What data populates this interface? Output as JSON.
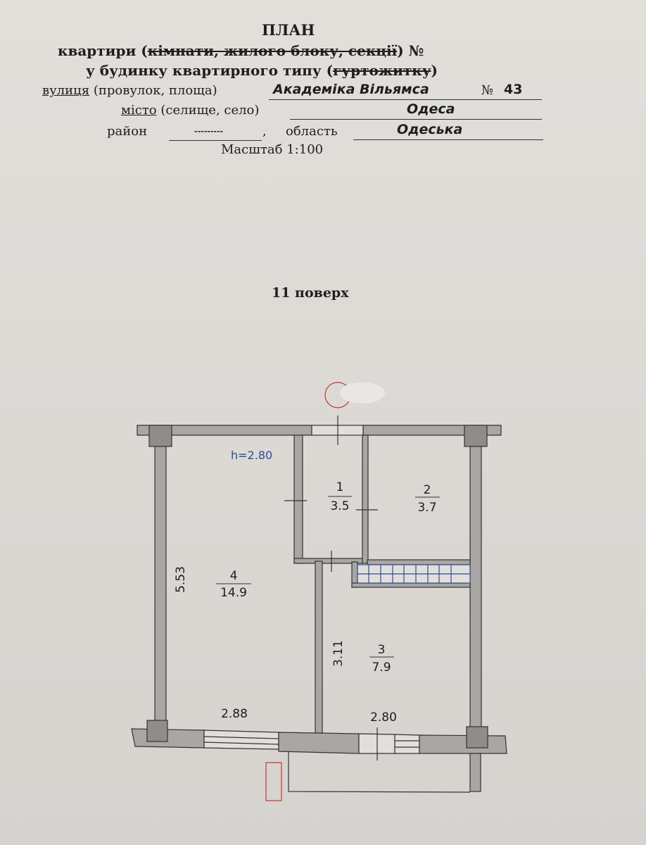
{
  "header": {
    "title": "ПЛАН",
    "line1_prefix": "квартири (",
    "line1_struck": "кімнати, жилого блоку, секції",
    "line1_suffix": ") №",
    "line2_prefix": "у будинку квартирного типу (",
    "line2_struck": "гуртожитку",
    "line2_suffix": ")",
    "street_label": "вулиця",
    "street_hint": "(провулок, площа)",
    "street_value": "Академіка Вільямса",
    "number_label": "№",
    "number_value": "43",
    "city_label": "місто",
    "city_hint": "(селище, село)",
    "city_value": "Одеса",
    "district_label": "район",
    "district_value": "---------",
    "region_label": "область",
    "region_value": "Одеська",
    "scale": "Масштаб 1:100"
  },
  "floor": "11 поверх",
  "plan": {
    "ceiling_height": "h=2.80",
    "rooms": [
      {
        "number": "1",
        "area": "3.5"
      },
      {
        "number": "2",
        "area": "3.7"
      },
      {
        "number": "3",
        "area": "7.9"
      },
      {
        "number": "4",
        "area": "14.9"
      }
    ],
    "dimensions": [
      "5.53",
      "3.11",
      "2.88",
      "2.80"
    ],
    "colors": {
      "wall": "#a9a6a4",
      "column": "#8f8c8a",
      "stamp": "#c0392b",
      "blue": "#2a4f9a"
    }
  }
}
